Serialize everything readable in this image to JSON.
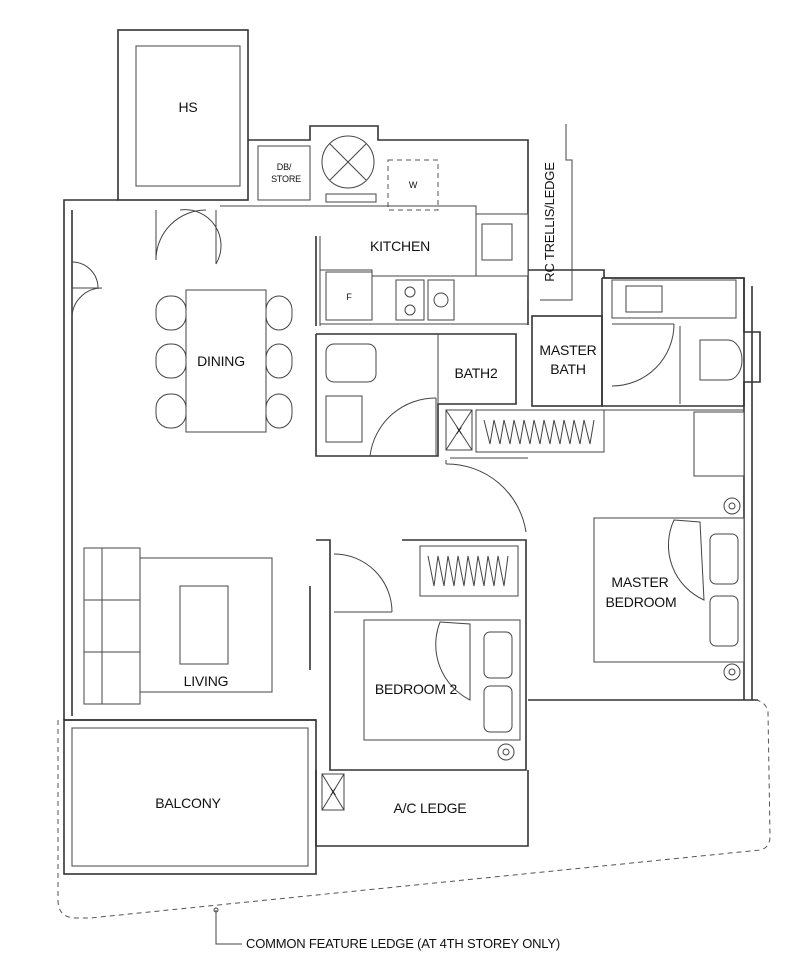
{
  "rooms": {
    "hs": "HS",
    "db_store_line1": "DB/",
    "db_store_line2": "STORE",
    "washer": "W",
    "kitchen": "KITCHEN",
    "fridge": "F",
    "rc_trellis": "RC TRELLIS/LEDGE",
    "dining": "DINING",
    "bath2": "BATH2",
    "master_bath_line1": "MASTER",
    "master_bath_line2": "BATH",
    "master_bedroom_line1": "MASTER",
    "master_bedroom_line2": "BEDROOM",
    "living": "LIVING",
    "bedroom2": "BEDROOM 2",
    "balcony": "BALCONY",
    "ac_ledge": "A/C LEDGE",
    "shaft_mark_1": "X",
    "shaft_mark_2": "X"
  },
  "annotations": {
    "common_ledge": "COMMON FEATURE LEDGE (AT 4TH STOREY ONLY)"
  }
}
